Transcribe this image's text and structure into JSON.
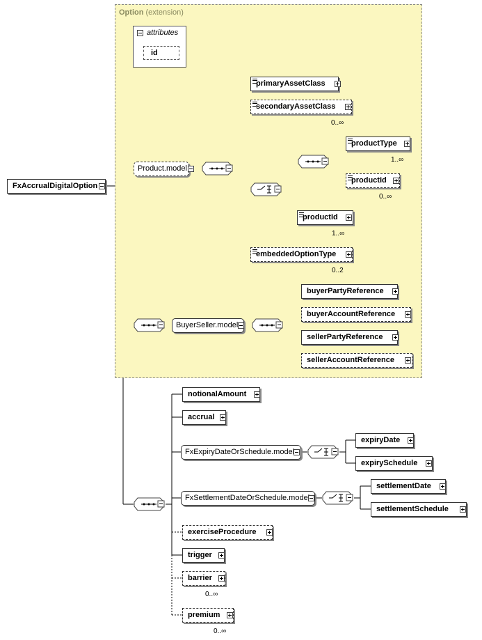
{
  "root": {
    "label": "FxAccrualDigitalOption"
  },
  "option": {
    "title": "Option",
    "subtitle": "(extension)"
  },
  "attributes": {
    "label": "attributes",
    "id": "id"
  },
  "groups": {
    "product_model": "Product.model",
    "buyer_seller_model": "BuyerSeller.model",
    "expiry_model": "FxExpiryDateOrSchedule.model",
    "settlement_model": "FxSettlementDateOrSchedule.model"
  },
  "elements": {
    "primaryAssetClass": "primaryAssetClass",
    "secondaryAssetClass": "secondaryAssetClass",
    "productType": "productType",
    "productId_a": "productId",
    "productId_b": "productId",
    "embeddedOptionType": "embeddedOptionType",
    "buyerPartyReference": "buyerPartyReference",
    "buyerAccountReference": "buyerAccountReference",
    "sellerPartyReference": "sellerPartyReference",
    "sellerAccountReference": "sellerAccountReference",
    "notionalAmount": "notionalAmount",
    "accrual": "accrual",
    "expiryDate": "expiryDate",
    "expirySchedule": "expirySchedule",
    "settlementDate": "settlementDate",
    "settlementSchedule": "settlementSchedule",
    "exerciseProcedure": "exerciseProcedure",
    "trigger": "trigger",
    "barrier": "barrier",
    "premium": "premium"
  },
  "cardinality": {
    "secondaryAssetClass": "0..∞",
    "productType": "1..∞",
    "productId_a": "0..∞",
    "productId_b": "1..∞",
    "embeddedOptionType": "0..2",
    "barrier": "0..∞",
    "premium": "0..∞"
  },
  "colors": {
    "option_bg": "#fbf7c0",
    "option_border": "#888888"
  }
}
